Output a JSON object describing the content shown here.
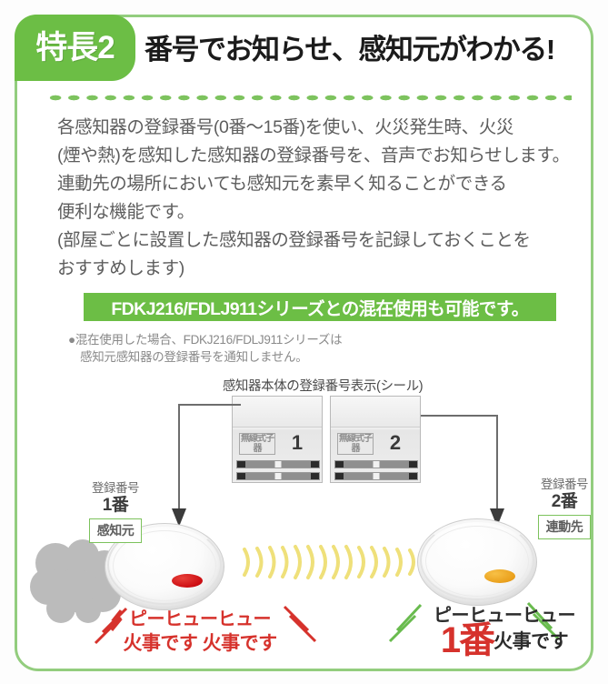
{
  "colors": {
    "brand_green": "#6cbe45",
    "frame_green": "#93cd7e",
    "alert_red": "#d6322c",
    "led_red": "#cc0d12",
    "led_amber": "#eaa01c",
    "wave_yellow": "#efe07a",
    "body_text_gray": "#5d5d5d"
  },
  "header": {
    "badge_label": "特長2",
    "title": "番号でお知らせ、感知元がわかる!"
  },
  "body_copy": {
    "lines": [
      "各感知器の登録番号(0番〜15番)を使い、火災発生時、火災",
      "(煙や熱)を感知した感知器の登録番号を、音声でお知らせします。",
      "連動先の場所においても感知元を素早く知ることができる",
      "便利な機能です。",
      "(部屋ごとに設置した感知器の登録番号を記録しておくことを",
      "おすすめします)"
    ]
  },
  "banner": {
    "label": "FDKJ216/FDLJ911シリーズとの混在使用も可能です。"
  },
  "note": {
    "line1": "●混在使用した場合、FDKJ216/FDLJ911シリーズは",
    "line2": "感知元感知器の登録番号を通知しません。"
  },
  "diagram": {
    "caption": "感知器本体の登録番号表示(シール)",
    "panels": [
      {
        "sticker_text": "無線式子器",
        "number": "1"
      },
      {
        "sticker_text": "無線式子器",
        "number": "2"
      }
    ],
    "callouts": [
      {
        "title": "登録番号",
        "number": "1番",
        "tag": "感知元",
        "led_color": "#cc0d12"
      },
      {
        "title": "登録番号",
        "number": "2番",
        "tag": "連動先",
        "led_color": "#eaa01c"
      }
    ],
    "sound_left": {
      "line1": "ピーヒューヒュー",
      "line2": "火事です 火事です"
    },
    "sound_right": {
      "line1": "ピーヒューヒュー",
      "big_number": "1番",
      "line2_tail": "火事です"
    }
  }
}
